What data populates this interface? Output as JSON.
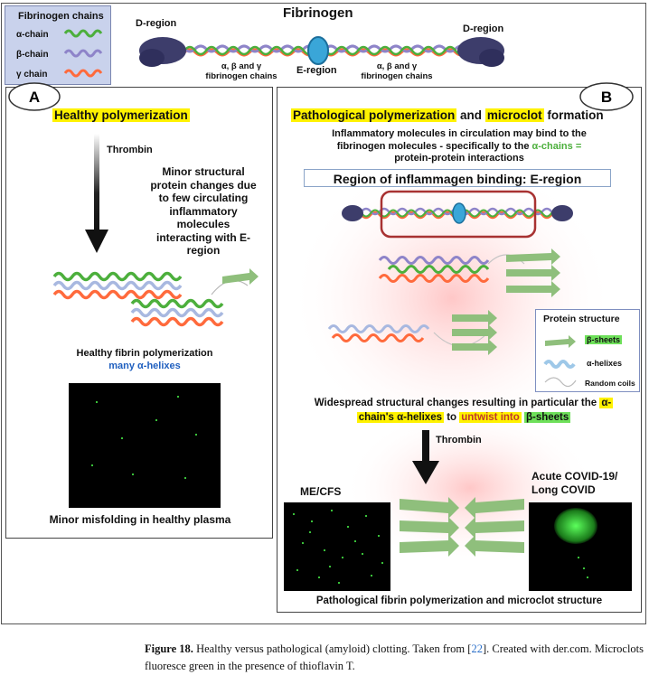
{
  "legend": {
    "title": "Fibrinogen chains",
    "items": [
      {
        "label": "α-chain",
        "color": "#4caf3c"
      },
      {
        "label": "β-chain",
        "color": "#8e84c9"
      },
      {
        "label": "γ chain",
        "color": "#ff6a3c"
      }
    ]
  },
  "top": {
    "title": "Fibrinogen",
    "d_region_left": "D-region",
    "d_region_right": "D-region",
    "e_region": "E-region",
    "chains_left": [
      "α, β and γ",
      "fibrinogen chains"
    ],
    "chains_right": [
      "α, β and γ",
      "fibrinogen chains"
    ]
  },
  "panel_a": {
    "badge": "A",
    "title": "Healthy polymerization",
    "thrombin": "Thrombin",
    "note": [
      "Minor structural",
      "protein changes due",
      "to few circulating",
      "inflammatory",
      "molecules",
      "interacting with E-",
      "region"
    ],
    "result_line1": "Healthy fibrin polymerization",
    "result_line2": "many α-helixes",
    "micro_caption": "Minor misfolding  in healthy plasma"
  },
  "panel_b": {
    "badge": "B",
    "title_part1": "Pathological polymerization",
    "title_and": "and",
    "title_part2": "microclot",
    "title_part3": "formation",
    "intro_line1": "Inflammatory molecules in circulation may bind to the",
    "intro_line2_a": "fibrinogen molecules - specifically to the ",
    "intro_line2_b": "α-chains =",
    "intro_line3": "protein-protein interactions",
    "region_box": "Region of inflammagen binding: E-region",
    "protein_structure": {
      "title": "Protein structure",
      "items": [
        "β-sheets",
        "α-helixes",
        "Random coils"
      ]
    },
    "changes_a": "Widespread structural changes resulting in particular the ",
    "changes_b": "α-",
    "changes_c": "chain's  α-helixes",
    "changes_d": " to ",
    "changes_e": "untwist into",
    "changes_f": "β-sheets",
    "thrombin": "Thrombin",
    "mecfs": "ME/CFS",
    "covid_line1": "Acute COVID-19/",
    "covid_line2": "Long COVID",
    "bottom": "Pathological fibrin polymerization and microclot structure"
  },
  "caption": {
    "label": "Figure 18.",
    "text": " Healthy versus pathological (amyloid) clotting.  Taken from [22]. Created with der.com. Microclots fluoresce green in the presence of thioflavin T.",
    "ref": "22"
  }
}
